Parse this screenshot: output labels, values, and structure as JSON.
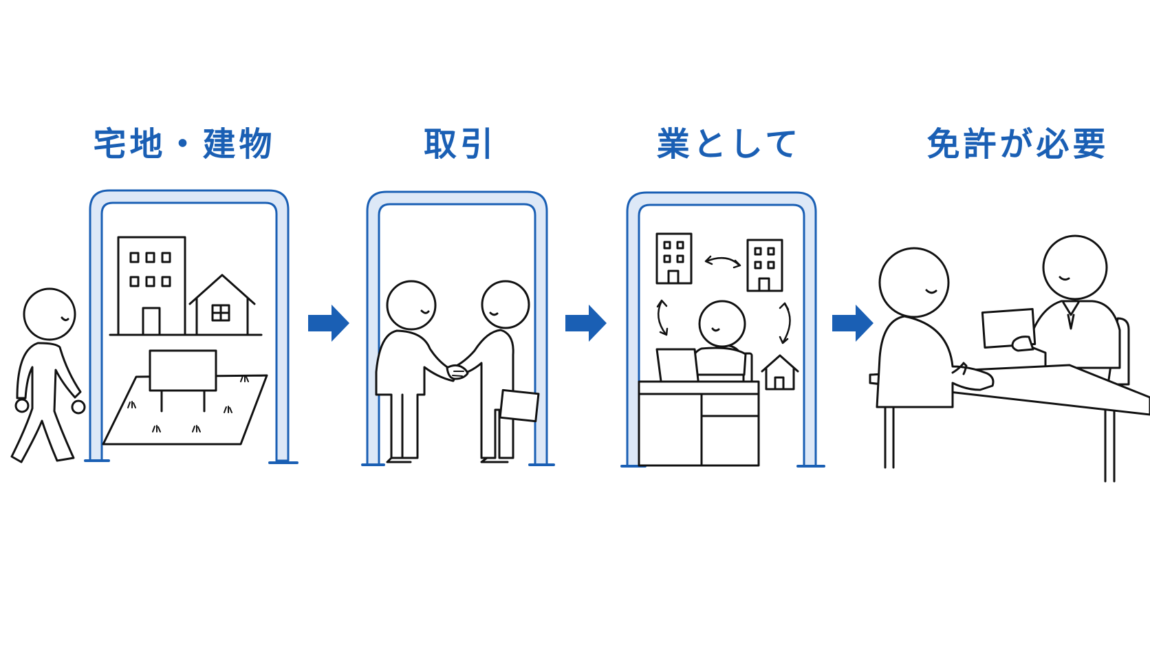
{
  "colors": {
    "accent": "#1a5fb4",
    "gate_fill": "#dde8f7",
    "line": "#111111"
  },
  "steps": [
    {
      "title": "宅地・建物",
      "icon": "land-and-buildings-gate"
    },
    {
      "title": "取引",
      "icon": "handshake-gate"
    },
    {
      "title": "業として",
      "icon": "business-desk-gate"
    },
    {
      "title": "免許が必要",
      "icon": "license-counter"
    }
  ],
  "connectors": [
    "arrow-right-icon",
    "arrow-right-icon",
    "arrow-right-icon"
  ]
}
